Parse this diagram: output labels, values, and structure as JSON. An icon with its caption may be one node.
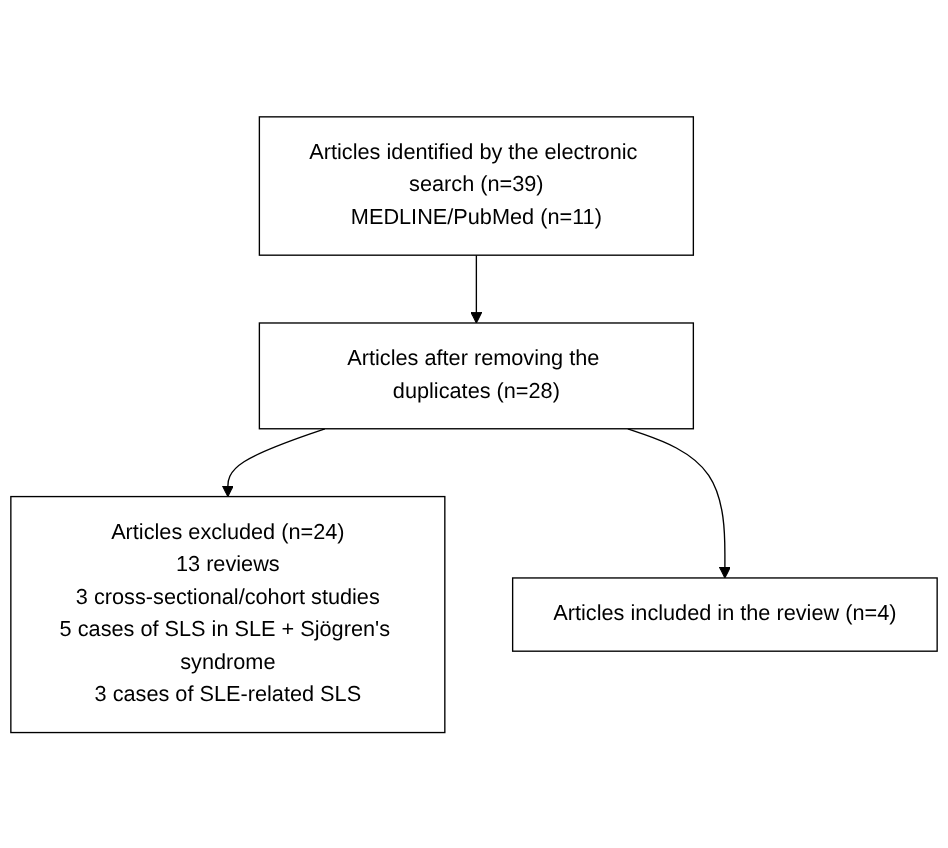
{
  "diagram": {
    "nodes": [
      {
        "text": [
          "Articles identified by the electronic search (n=39)",
          "MEDLINE/PubMed (n=11)"
        ]
      },
      {
        "text": [
          "Articles after removing the duplicates (n=28)"
        ]
      },
      {
        "text": [
          "Articles excluded (n=24)",
          "13 reviews",
          "3 cross-sectional/cohort studies",
          "5 cases of SLS in SLE + Sjögren's syndrome",
          "3 cases of SLE-related SLS"
        ]
      },
      {
        "text": [
          "Articles included in the review (n=4)"
        ]
      }
    ],
    "edges": [
      {
        "from": 0,
        "to": 1,
        "arrow": "to"
      },
      {
        "from": 1,
        "to": 2,
        "arrow": "to"
      },
      {
        "from": 1,
        "to": 3,
        "arrow": "to"
      }
    ]
  }
}
